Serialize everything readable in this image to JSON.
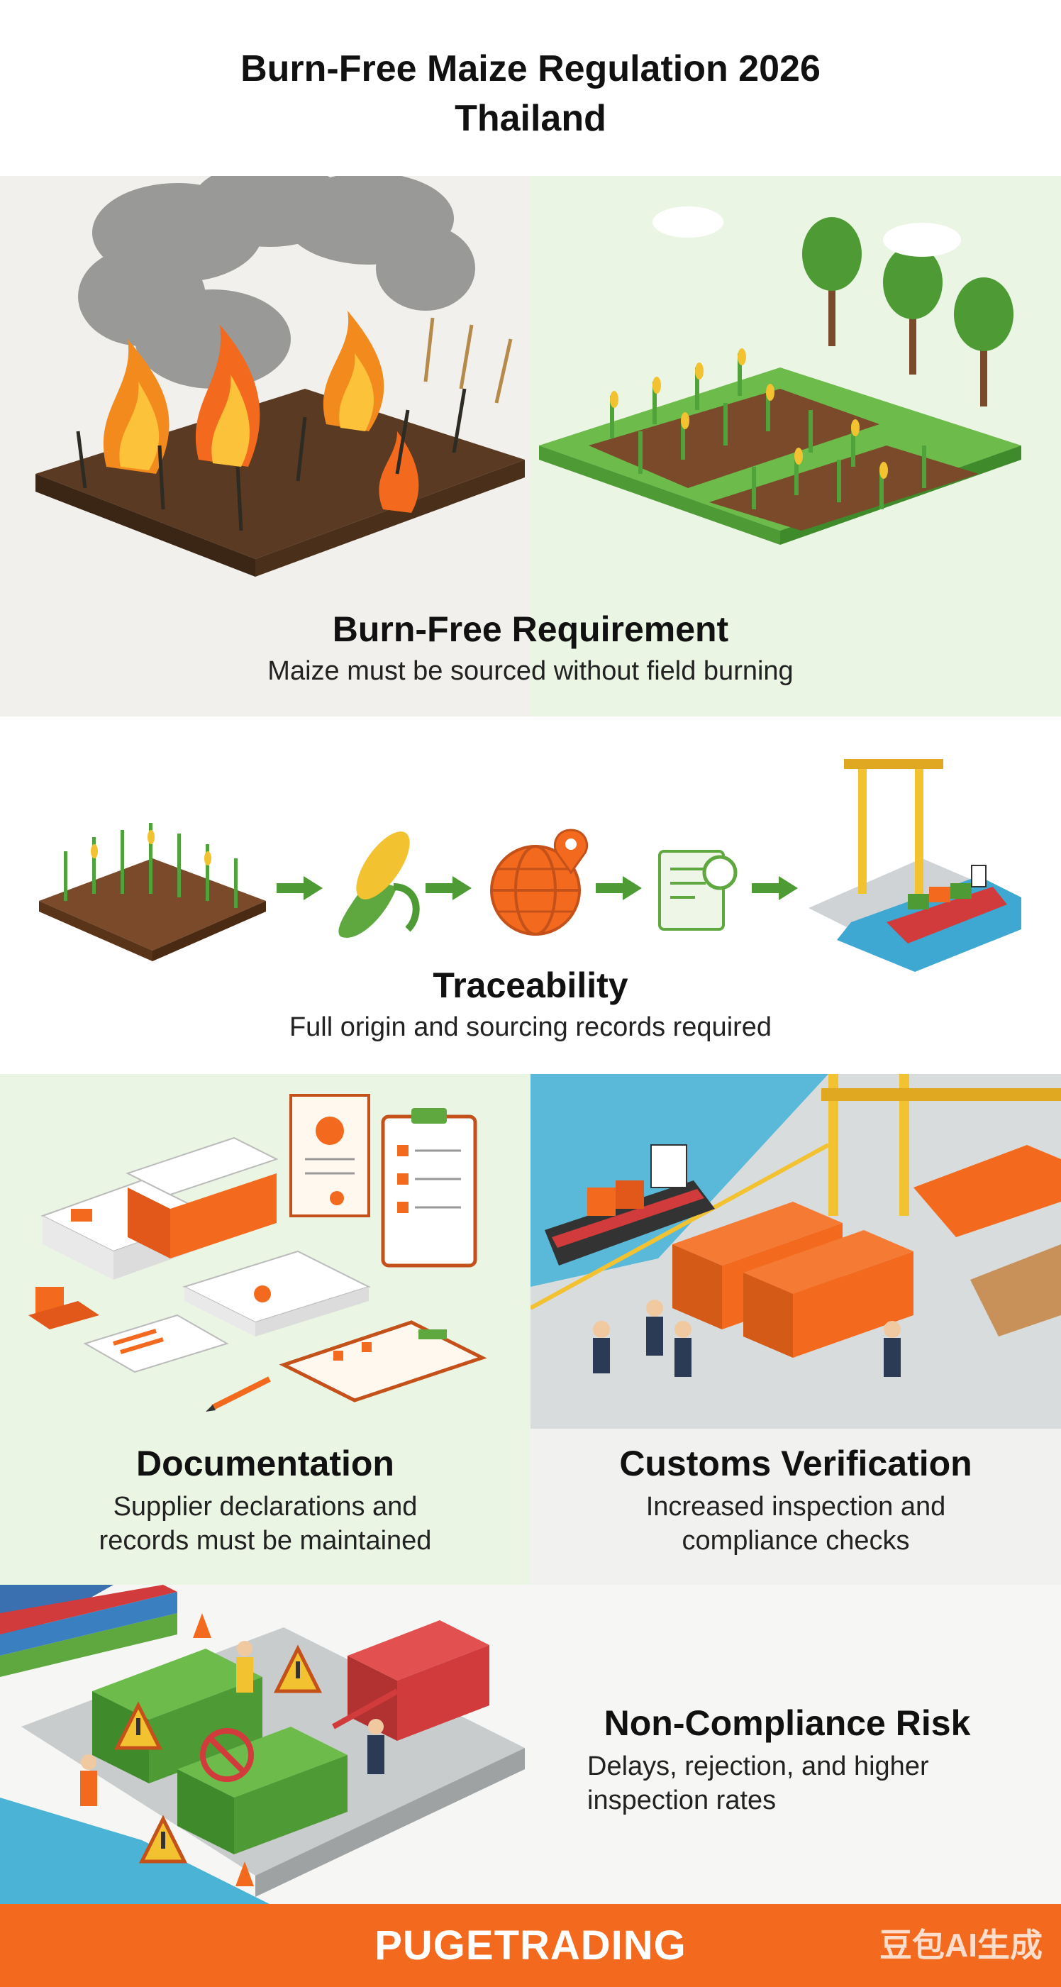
{
  "header": {
    "title_line1": "Burn-Free Maize Regulation 2026",
    "title_line2": "Thailand"
  },
  "sections": {
    "burn_free": {
      "heading": "Burn-Free Requirement",
      "subtitle": "Maize must be sourced without field burning"
    },
    "traceability": {
      "heading": "Traceability",
      "subtitle": "Full origin and sourcing records required"
    },
    "documentation": {
      "heading": "Documentation",
      "subtitle_line1": "Supplier declarations and",
      "subtitle_line2": "records must be maintained"
    },
    "customs": {
      "heading": "Customs Verification",
      "subtitle_line1": "Increased inspection and",
      "subtitle_line2": "compliance checks"
    },
    "non_compliance": {
      "heading": "Non-Compliance Risk",
      "subtitle_line1": "Delays, rejection, and higher",
      "subtitle_line2": "inspection rates"
    }
  },
  "footer": {
    "brand": "PUGETRADING",
    "watermark": "豆包AI生成"
  },
  "colors": {
    "accent_orange": "#f36a1e",
    "green": "#5fa83f",
    "light_green_bg": "#eaf5e4",
    "sea_blue": "#4ab3d6"
  }
}
